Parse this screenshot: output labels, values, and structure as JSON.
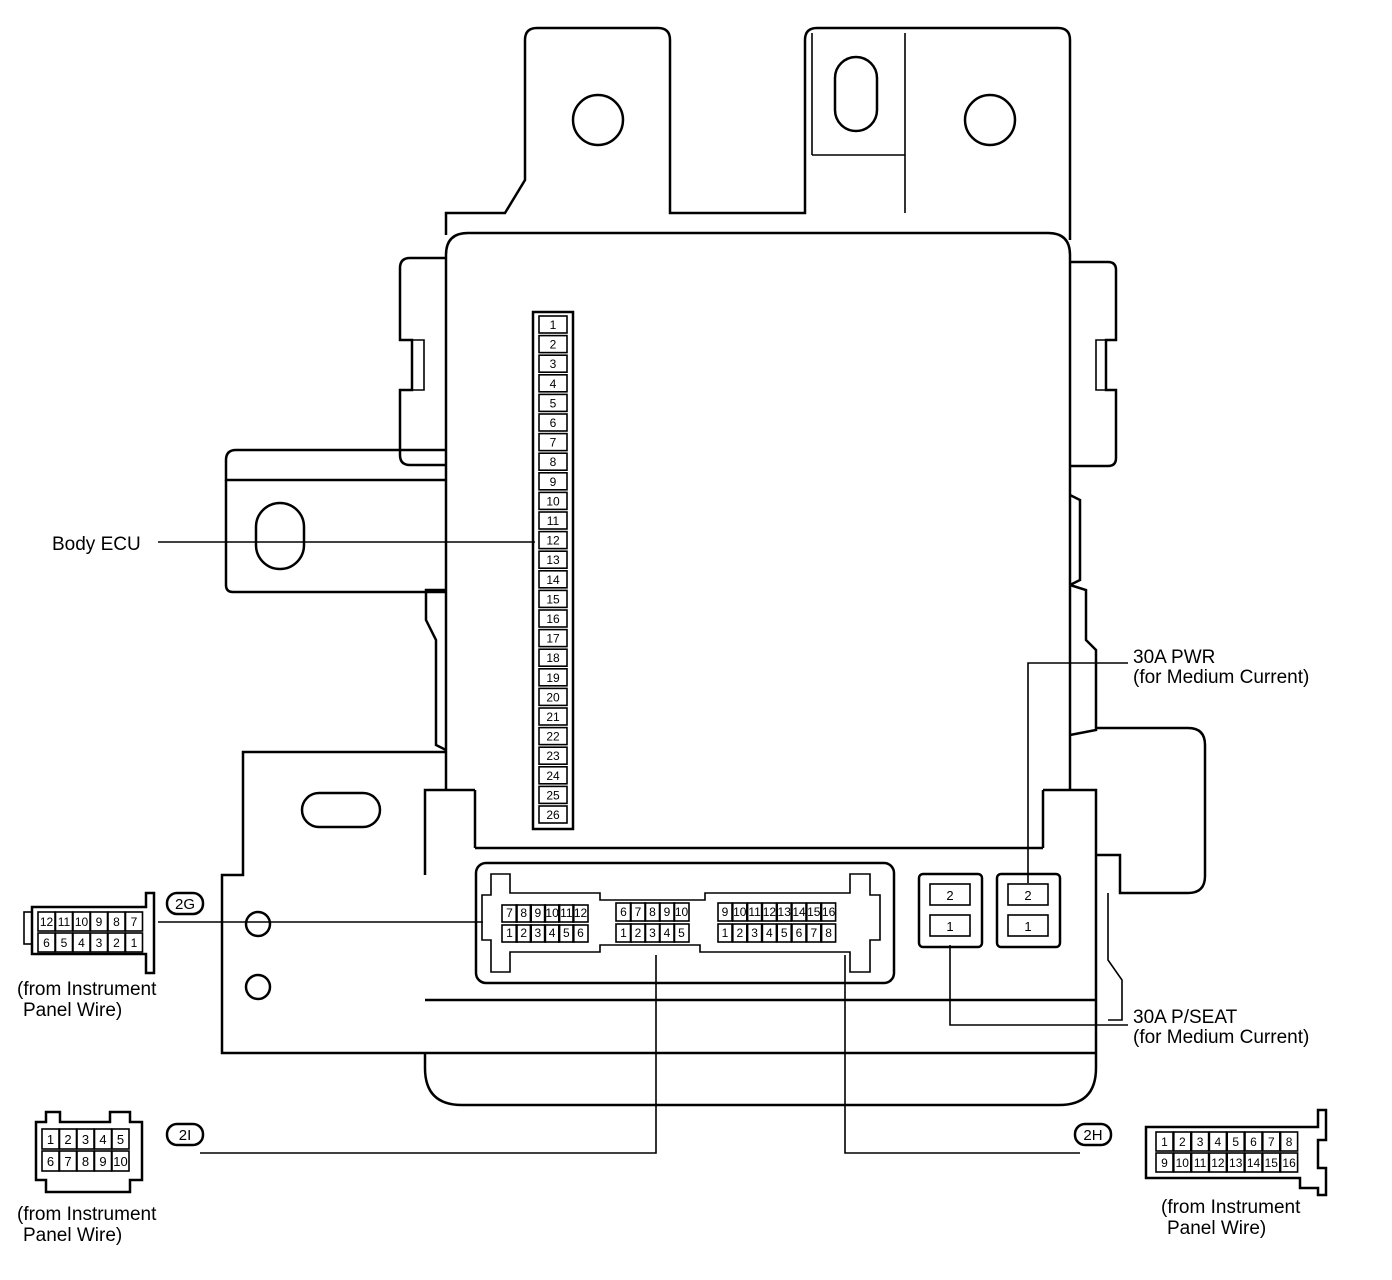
{
  "labels": {
    "body_ecu": "Body ECU",
    "pwr_line1": "30A PWR",
    "pwr_line2": "(for Medium Current)",
    "pseat_line1": "30A P/SEAT",
    "pseat_line2": "(for Medium Current)"
  },
  "ecu_pins": [
    "1",
    "2",
    "3",
    "4",
    "5",
    "6",
    "7",
    "8",
    "9",
    "10",
    "11",
    "12",
    "13",
    "14",
    "15",
    "16",
    "17",
    "18",
    "19",
    "20",
    "21",
    "22",
    "23",
    "24",
    "25",
    "26"
  ],
  "fuses": {
    "pwr": {
      "top": "2",
      "bottom": "1"
    },
    "pseat": {
      "top": "2",
      "bottom": "1"
    }
  },
  "header_groups": {
    "a": {
      "top": [
        "7",
        "8",
        "9",
        "10",
        "11",
        "12"
      ],
      "bottom": [
        "1",
        "2",
        "3",
        "4",
        "5",
        "6"
      ]
    },
    "b": {
      "top": [
        "6",
        "7",
        "8",
        "9",
        "10"
      ],
      "bottom": [
        "1",
        "2",
        "3",
        "4",
        "5"
      ]
    },
    "c": {
      "top": [
        "9",
        "10",
        "11",
        "12",
        "13",
        "14",
        "15",
        "16"
      ],
      "bottom": [
        "1",
        "2",
        "3",
        "4",
        "5",
        "6",
        "7",
        "8"
      ]
    }
  },
  "connectors": {
    "c2g": {
      "code": "2G",
      "top": [
        "12",
        "11",
        "10",
        "9",
        "8",
        "7"
      ],
      "bottom": [
        "6",
        "5",
        "4",
        "3",
        "2",
        "1"
      ],
      "note_line1": "(from Instrument",
      "note_line2": "Panel Wire)"
    },
    "c2i": {
      "code": "2I",
      "top": [
        "1",
        "2",
        "3",
        "4",
        "5"
      ],
      "bottom": [
        "6",
        "7",
        "8",
        "9",
        "10"
      ],
      "note_line1": "(from Instrument",
      "note_line2": "Panel Wire)"
    },
    "c2h": {
      "code": "2H",
      "top": [
        "1",
        "2",
        "3",
        "4",
        "5",
        "6",
        "7",
        "8"
      ],
      "bottom": [
        "9",
        "10",
        "11",
        "12",
        "13",
        "14",
        "15",
        "16"
      ],
      "note_line1": "(from Instrument",
      "note_line2": "Panel Wire)"
    }
  }
}
